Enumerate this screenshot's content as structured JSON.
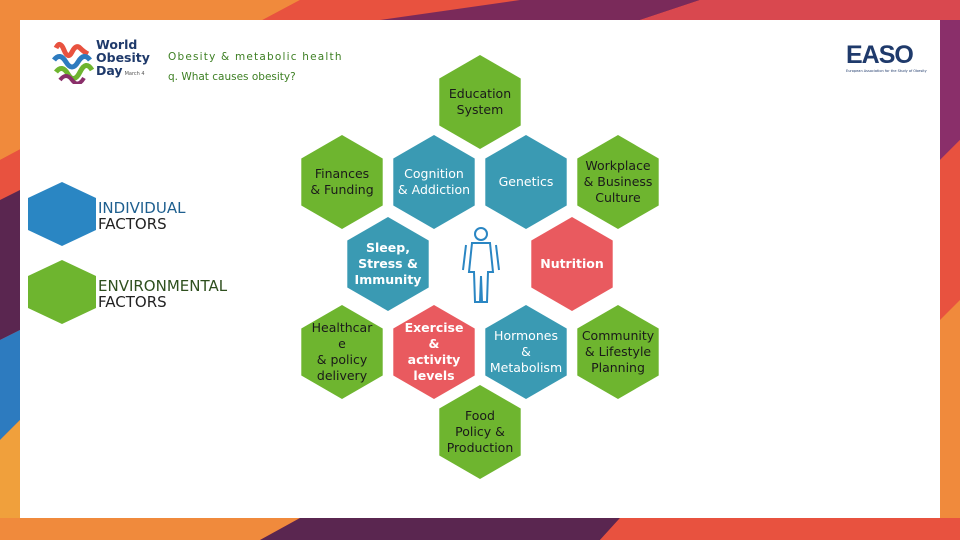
{
  "header": {
    "title": "Obesity & metabolic health",
    "question": "q. What causes obesity?",
    "logo_left_text": [
      "World",
      "Obesity",
      "Day"
    ],
    "logo_left_small": "March 4",
    "logo_right_text": "EASO",
    "logo_right_sub": "European Association for the Study of Obesity"
  },
  "legend": {
    "individual": [
      "INDIVIDUAL",
      "FACTORS"
    ],
    "environmental": [
      "ENVIRONMENTAL",
      "FACTORS"
    ]
  },
  "colors": {
    "green": "#6eb52f",
    "blue": "#3a9ab3",
    "red": "#e95a5f",
    "legend_blue": "#2a86c3"
  },
  "hexes": [
    {
      "id": "education-system",
      "label": "Education\nSystem",
      "color": "green"
    },
    {
      "id": "finances-funding",
      "label": "Finances\n& Funding",
      "color": "green"
    },
    {
      "id": "cognition-addiction",
      "label": "Cognition\n& Addiction",
      "color": "blue"
    },
    {
      "id": "genetics",
      "label": "Genetics",
      "color": "blue"
    },
    {
      "id": "workplace-business-culture",
      "label": "Workplace\n& Business\nCulture",
      "color": "green"
    },
    {
      "id": "sleep-stress-immunity",
      "label": "Sleep,\nStress &\nImmunity",
      "color": "blue"
    },
    {
      "id": "nutrition",
      "label": "Nutrition",
      "color": "red"
    },
    {
      "id": "healthcare-policy-delivery",
      "label": "Healthcar\ne\n& policy\ndelivery",
      "color": "green"
    },
    {
      "id": "exercise-activity-levels",
      "label": "Exercise\n&\nactivity\nlevels",
      "color": "red"
    },
    {
      "id": "hormones-metabolism",
      "label": "Hormones\n&\nMetabolism",
      "color": "blue"
    },
    {
      "id": "community-lifestyle-planning",
      "label": "Community\n& Lifestyle\nPlanning",
      "color": "green"
    },
    {
      "id": "food-policy-production",
      "label": "Food\nPolicy &\nProduction",
      "color": "green"
    }
  ],
  "center_icon": "human-figure-icon"
}
